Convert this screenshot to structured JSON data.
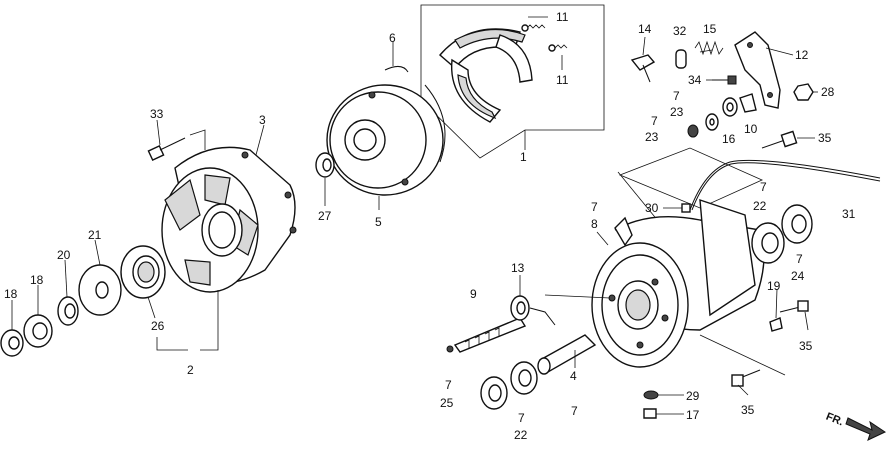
{
  "labels": {
    "p1": "1",
    "p2": "2",
    "p3": "3",
    "p4": "4",
    "p5": "5",
    "p6": "6",
    "p7a": "7",
    "p7b": "7",
    "p7c": "7",
    "p7d": "7",
    "p7e": "7",
    "p7f": "7",
    "p7g": "7",
    "p7h": "7",
    "p8": "8",
    "p9": "9",
    "p10": "10",
    "p11a": "11",
    "p11b": "11",
    "p12": "12",
    "p13": "13",
    "p14": "14",
    "p15": "15",
    "p16": "16",
    "p17": "17",
    "p18": "18",
    "p18b": "18",
    "p19": "19",
    "p20": "20",
    "p21": "21",
    "p22a": "22",
    "p22b": "22",
    "p23a": "23",
    "p23b": "23",
    "p24": "24",
    "p25": "25",
    "p26": "26",
    "p27": "27",
    "p28": "28",
    "p29": "29",
    "p30": "30",
    "p31": "31",
    "p32": "32",
    "p33": "33",
    "p34": "34",
    "p35a": "35",
    "p35b": "35",
    "p35c": "35"
  },
  "direction_marker": "FR."
}
